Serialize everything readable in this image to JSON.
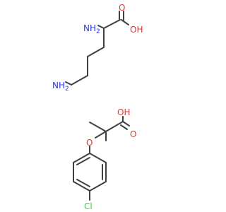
{
  "colors": {
    "bond": "#3b4143",
    "oxygen": "#e8362b",
    "nitrogen": "#2b38e5",
    "chlorine": "#44c44b"
  },
  "lysine": {
    "labels": {
      "alpha_amine": "NH",
      "alpha_amine_subscript": "2",
      "epsilon_amine": "NH",
      "epsilon_amine_subscript": "2",
      "carbonyl_oxygen": "O",
      "hydroxyl": "OH"
    }
  },
  "clofibric_acid": {
    "labels": {
      "hydroxyl": "OH",
      "carbonyl_oxygen": "O",
      "ether_oxygen": "O",
      "chlorine": "Cl"
    }
  }
}
